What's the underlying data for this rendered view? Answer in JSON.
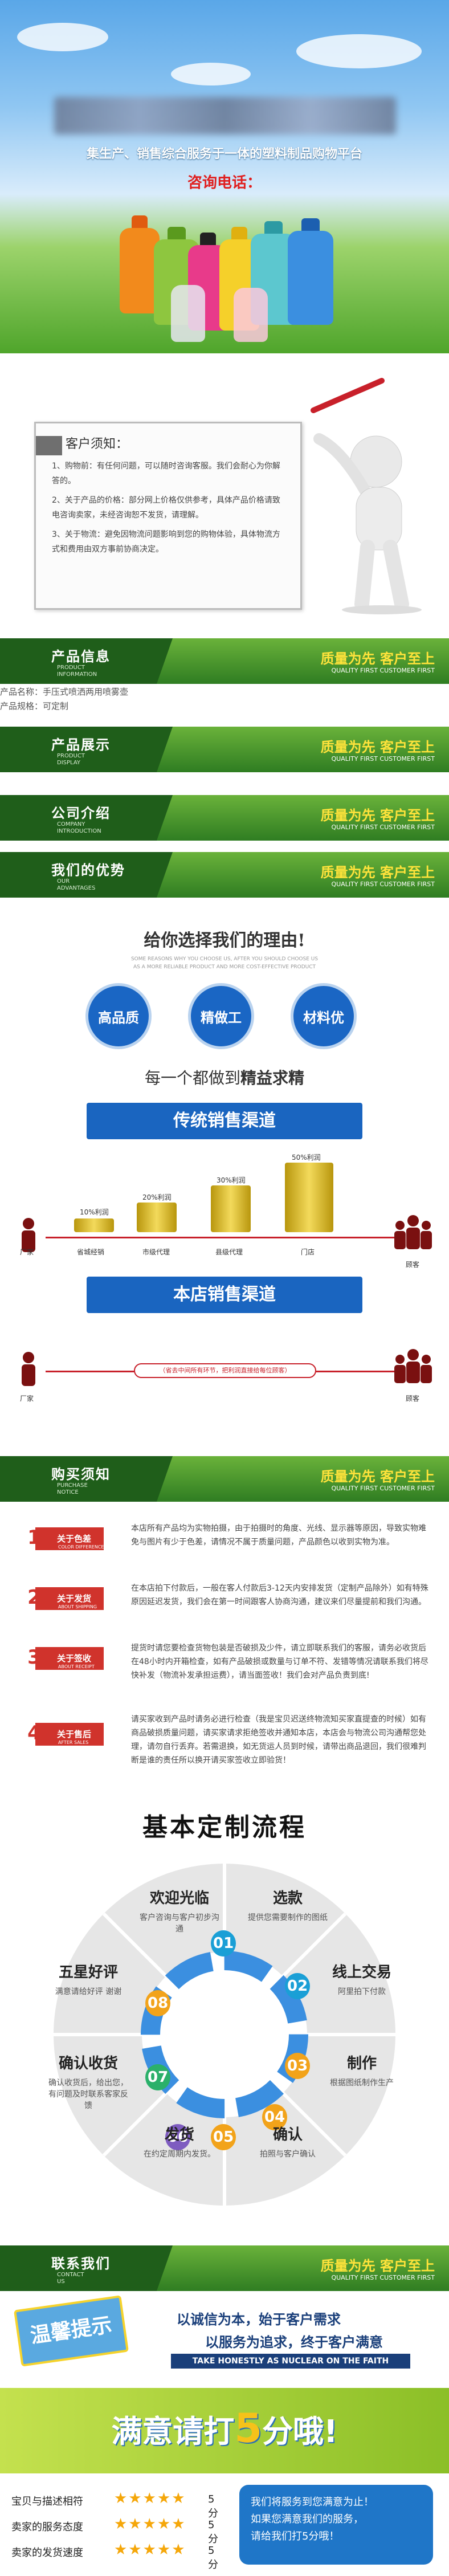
{
  "hero": {
    "tagline": "集生产、销售综合服务于一体的塑料制品购物平台",
    "phone_label": "咨询电话："
  },
  "notice": {
    "title": "客户须知：",
    "items": [
      "1、购物前：有任何问题，可以随时咨询客服。我们会耐心为你解答的。",
      "2、关于产品的价格：部分网上价格仅供参考，具体产品价格请致电咨询卖家，未经咨询恕不发货，请理解。",
      "3、关于物流：避免因物流问题影响到您的购物体验，具体物流方式和费用由双方事前协商决定。"
    ]
  },
  "banners": {
    "slogan": "质量为先 客户至上",
    "slogan_en": "QUALITY FIRST    CUSTOMER FIRST",
    "product_info": {
      "cn": "产品信息",
      "en1": "PRODUCT",
      "en2": "INFORMATION"
    },
    "product_display": {
      "cn": "产品展示",
      "en1": "PRODUCT",
      "en2": "DISPLAY"
    },
    "company": {
      "cn": "公司介绍",
      "en1": "COMPANY",
      "en2": "INTRODUCTION"
    },
    "advantages": {
      "cn": "我们的优势",
      "en1": "OUR",
      "en2": "ADVANTAGES"
    },
    "purchase": {
      "cn": "购买须知",
      "en1": "PURCHASE",
      "en2": "NOTICE"
    },
    "contact": {
      "cn": "联系我们",
      "en1": "CONTACT",
      "en2": "US"
    }
  },
  "product_info": {
    "name_line": "产品名称：手压式喷洒两用喷雾壶",
    "spec_line": "产品规格：可定制"
  },
  "reasons": {
    "title": "给你选择我们的理由!",
    "subtitle_en1": "SOME REASONS WHY YOU CHOOSE US, AFTER YOU SHOULD CHOOSE US",
    "subtitle_en2": "AS A MORE RELIABLE PRODUCT AND MORE COST-EFFECTIVE PRODUCT",
    "circles": [
      "高品质",
      "精做工",
      "材料优"
    ],
    "motto_prefix": "每一个都做到",
    "motto_bold": "精益求精",
    "traditional": "传统销售渠道",
    "our_channel": "本店销售渠道",
    "chain": [
      "厂家",
      "省城经销",
      "市级代理",
      "县级代理",
      "门店",
      "顾客"
    ],
    "profits": [
      "10%利润",
      "20%利润",
      "30%利润",
      "50%利润"
    ],
    "direct_left": "厂家",
    "direct_right": "顾客",
    "direct_note": "（省去中间所有环节，把利润直接给每位顾客）"
  },
  "purchase_notes": [
    {
      "num": "1",
      "label": "关于色差",
      "en": "COLOR DIFFERENCE",
      "text": "本店所有产品均为实物拍摄，由于拍摄时的角度、光线、显示器等原因，导致实物难免与图片有少于色差，请情况不属于质量问题，产品颜色以收到实物为准。"
    },
    {
      "num": "2",
      "label": "关于发货",
      "en": "ABOUT SHIPPING",
      "text": "在本店拍下付款后，一般在客人付款后3-12天内安排发货（定制产品除外）如有特殊原因延迟发货，我们会在第一时间跟客人协商沟通，建议来们尽量提前和我们沟通。"
    },
    {
      "num": "3",
      "label": "关于签收",
      "en": "ABOUT RECEIPT",
      "text": "提货时请您要检查货物包装是否破损及少件，请立即联系我们的客服，请务必收货后在48小时内开箱检查，如有产品破损或数量与订单不符、发错等情况请联系我们将尽快补发（物流补发承担运费），请当面签收！我们会对产品负责到底!"
    },
    {
      "num": "4",
      "label": "关于售后",
      "en": "AFTER SALES",
      "text": "请买家收到产品时请务必进行检查（我是宝贝迟送终物流知买家直提查的时候）如有商品破损质量问题，请买家请求拒绝签收并通知本店，本店会与物流公司沟通帮您处理，请勿自行丢弃。若需退换，如无货运人员到时候，请带出商品退回，我们很难判断是谁的责任所以换开请买家签收立即验货！"
    }
  ],
  "process": {
    "title": "基本定制流程",
    "steps": [
      {
        "num": "01",
        "title": "欢迎光临",
        "desc": "客户咨询与客户初步沟通"
      },
      {
        "num": "02",
        "title": "选款",
        "desc": "提供您需要制作的图纸"
      },
      {
        "num": "03",
        "title": "线上交易",
        "desc": "阿里拍下付款"
      },
      {
        "num": "04",
        "title": "制作",
        "desc": "根据图纸制作生产"
      },
      {
        "num": "05",
        "title": "确认",
        "desc": "拍照与客户确认"
      },
      {
        "num": "06",
        "title": "发货",
        "desc": "在约定周期内发货。"
      },
      {
        "num": "07",
        "title": "确认收货",
        "desc": "确认收货后，给出您，有问题及时联系客家反馈"
      },
      {
        "num": "08",
        "title": "五星好评",
        "desc": "满意请给好评 谢谢"
      }
    ]
  },
  "contact": {
    "tip_badge": "温馨提示",
    "line1": "以诚信为本，始于客户需求",
    "line2": "以服务为追求，终于客户满意",
    "band": "TAKE HONESTLY AS NUCLEAR ON THE FAITH",
    "satisfy": "满意请打",
    "five": "5",
    "satisfy_end": "分哦!",
    "ratings": [
      {
        "label": "宝贝与描述相符",
        "score": "5分"
      },
      {
        "label": "卖家的服务态度",
        "score": "5分"
      },
      {
        "label": "卖家的发货速度",
        "score": "5分"
      }
    ],
    "stars": "★★★★★",
    "bubble1": "我们将服务到您满意为止！",
    "bubble2": "如果您满意我们的服务，",
    "bubble3": "请给我们打5分哦！"
  },
  "colors": {
    "green": "#2f7d22",
    "blue": "#1a66c4",
    "red": "#d0332c",
    "yellow": "#ffe33b"
  }
}
